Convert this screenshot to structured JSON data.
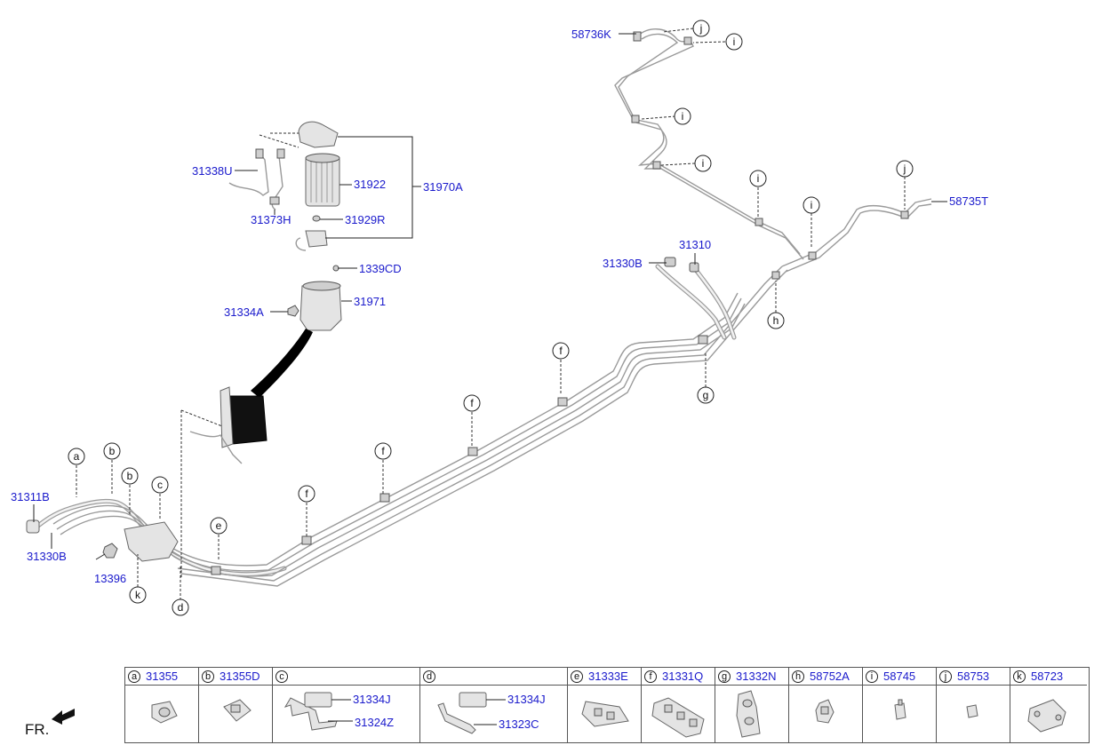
{
  "callouts": {
    "a": "a",
    "b": "b",
    "c": "c",
    "d": "d",
    "e": "e",
    "f": "f",
    "g": "g",
    "h": "h",
    "i": "i",
    "j": "j",
    "k": "k"
  },
  "parts": {
    "p58736K": "58736K",
    "p58735T": "58735T",
    "p31338U": "31338U",
    "p31922": "31922",
    "p31970A": "31970A",
    "p31373H": "31373H",
    "p31929R": "31929R",
    "p1339CD": "1339CD",
    "p31334A": "31334A",
    "p31971": "31971",
    "p31310": "31310",
    "p31330B_top": "31330B",
    "p31311B": "31311B",
    "p31330B_left": "31330B",
    "p13396": "13396"
  },
  "legend": [
    {
      "letter": "a",
      "part": "31355"
    },
    {
      "letter": "b",
      "part": "31355D"
    },
    {
      "letter": "c",
      "part": "",
      "subs": [
        "31334J",
        "31324Z"
      ]
    },
    {
      "letter": "d",
      "part": "",
      "subs": [
        "31334J",
        "31323C"
      ]
    },
    {
      "letter": "e",
      "part": "31333E"
    },
    {
      "letter": "f",
      "part": "31331Q"
    },
    {
      "letter": "g",
      "part": "31332N"
    },
    {
      "letter": "h",
      "part": "58752A"
    },
    {
      "letter": "i",
      "part": "58745"
    },
    {
      "letter": "j",
      "part": "58753"
    },
    {
      "letter": "k",
      "part": "58723"
    }
  ],
  "direction_label": "FR."
}
